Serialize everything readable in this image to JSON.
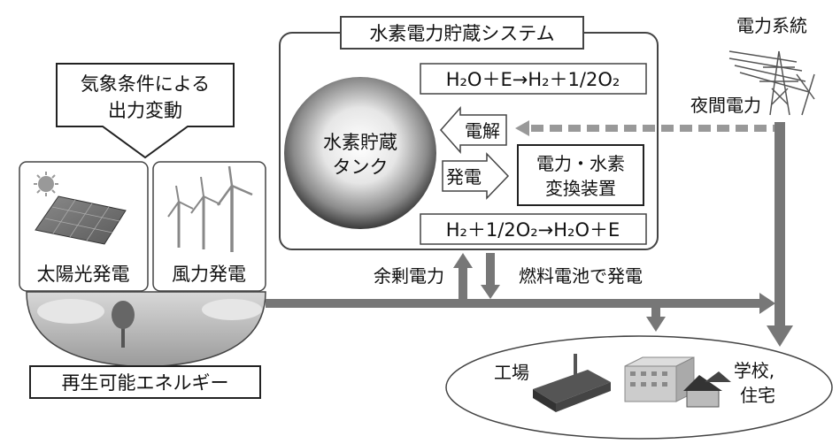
{
  "system": {
    "title": "水素電力貯蔵システム",
    "tank_line1": "水素貯蔵",
    "tank_line2": "タンク",
    "electrolysis": "電解",
    "generation": "発電",
    "converter_line1": "電力・水素",
    "converter_line2": "変換装置",
    "formula_top": "H₂O＋E→H₂＋1/2O₂",
    "formula_bottom": "H₂＋1/2O₂→H₂O＋E"
  },
  "weather": {
    "line1": "気象条件による",
    "line2": "出力変動"
  },
  "renewable": {
    "solar": "太陽光発電",
    "wind": "風力発電",
    "label": "再生可能エネルギー"
  },
  "grid": {
    "label": "電力系統",
    "night_power": "夜間電力"
  },
  "flows": {
    "surplus": "余剰電力",
    "fuel_cell": "燃料電池で発電"
  },
  "consumers": {
    "factory": "工場",
    "school_line1": "学校,",
    "school_line2": "住宅"
  }
}
